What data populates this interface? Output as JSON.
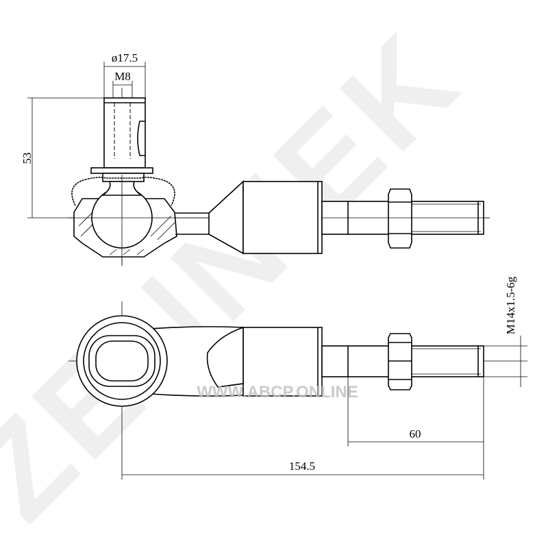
{
  "drawing": {
    "title": "Tie rod end technical drawing",
    "dimensions": {
      "stud_diameter": "ø17.5",
      "stud_thread": "M8",
      "stud_height": "53",
      "shaft_thread": "M14x1.5-6g",
      "thread_length": "60",
      "overall_length": "154.5"
    }
  },
  "watermarks": {
    "url": "WWW.ABCP.ONLINE",
    "brand_logo": "ZENNIEK"
  },
  "colors": {
    "line": "#000000",
    "watermark": "#e6e6e6"
  }
}
